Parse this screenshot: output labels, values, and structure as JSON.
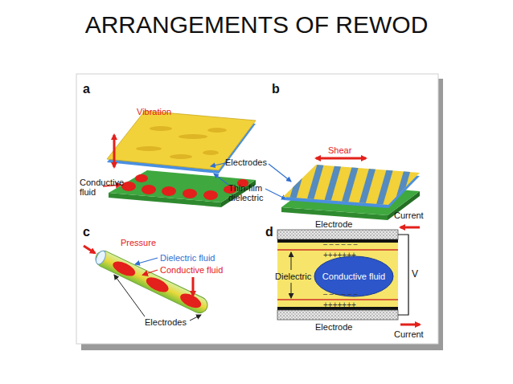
{
  "diagram": {
    "title": "ARRANGEMENTS OF REWOD",
    "nodes": [
      {
        "text": [
          "Conductive fluid"
        ]
      }
    ],
    "labels": [
      "a",
      "Vibration",
      "Electrodes",
      "Conductive fluid",
      "Thin-film dielectric",
      "b",
      "Shear",
      "c",
      "Pressure",
      "Dielectric fluid",
      "Conductive fluid",
      "Electrodes",
      "d",
      "Electrode",
      "Current",
      "Dielectric",
      "– – – – – –",
      "+++++++",
      "– – – – – –",
      "+++++++",
      "V",
      "Electrode",
      "Current"
    ]
  }
}
